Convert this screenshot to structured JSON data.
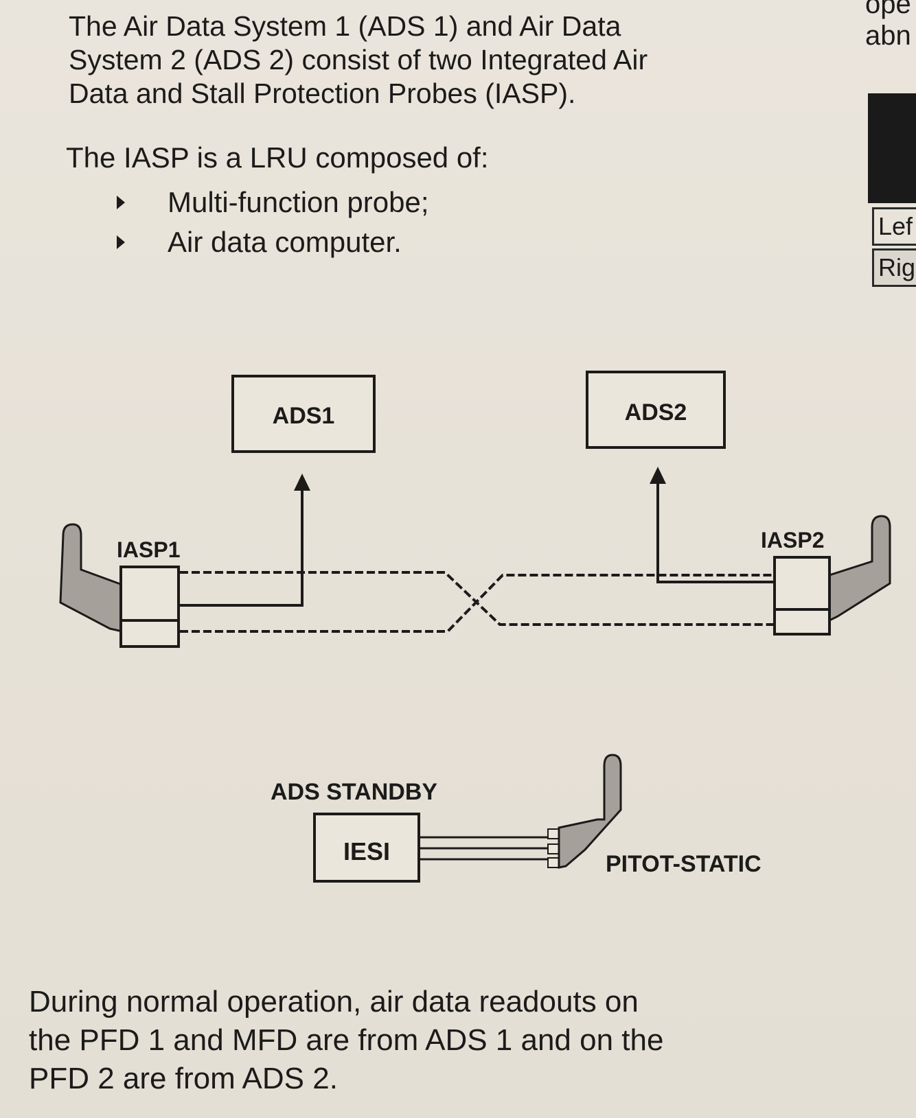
{
  "intro": {
    "line1": "The Air Data System 1 (ADS 1) and Air Data",
    "line2": "System 2 (ADS 2) consist of two Integrated Air",
    "line3": "Data and Stall Protection Probes (IASP)."
  },
  "iasp_heading": "The IASP is a LRU composed of:",
  "iasp_components": [
    "Multi-function probe;",
    "Air data computer."
  ],
  "diagram": {
    "ads1_label": "ADS1",
    "ads2_label": "ADS2",
    "iasp1_label": "IASP1",
    "iasp2_label": "IASP2",
    "standby_label": "ADS STANDBY",
    "iesi_label": "IESI",
    "pitot_label": "PITOT-STATIC"
  },
  "outro": {
    "line1": "During normal operation, air data readouts on",
    "line2": "the PFD 1 and MFD are from ADS 1 and on the",
    "line3": "PFD 2 are from ADS 2."
  },
  "adjacent_page": {
    "word1": "ope",
    "word2": "abn",
    "box1": "Lef",
    "box2": "Rig"
  }
}
